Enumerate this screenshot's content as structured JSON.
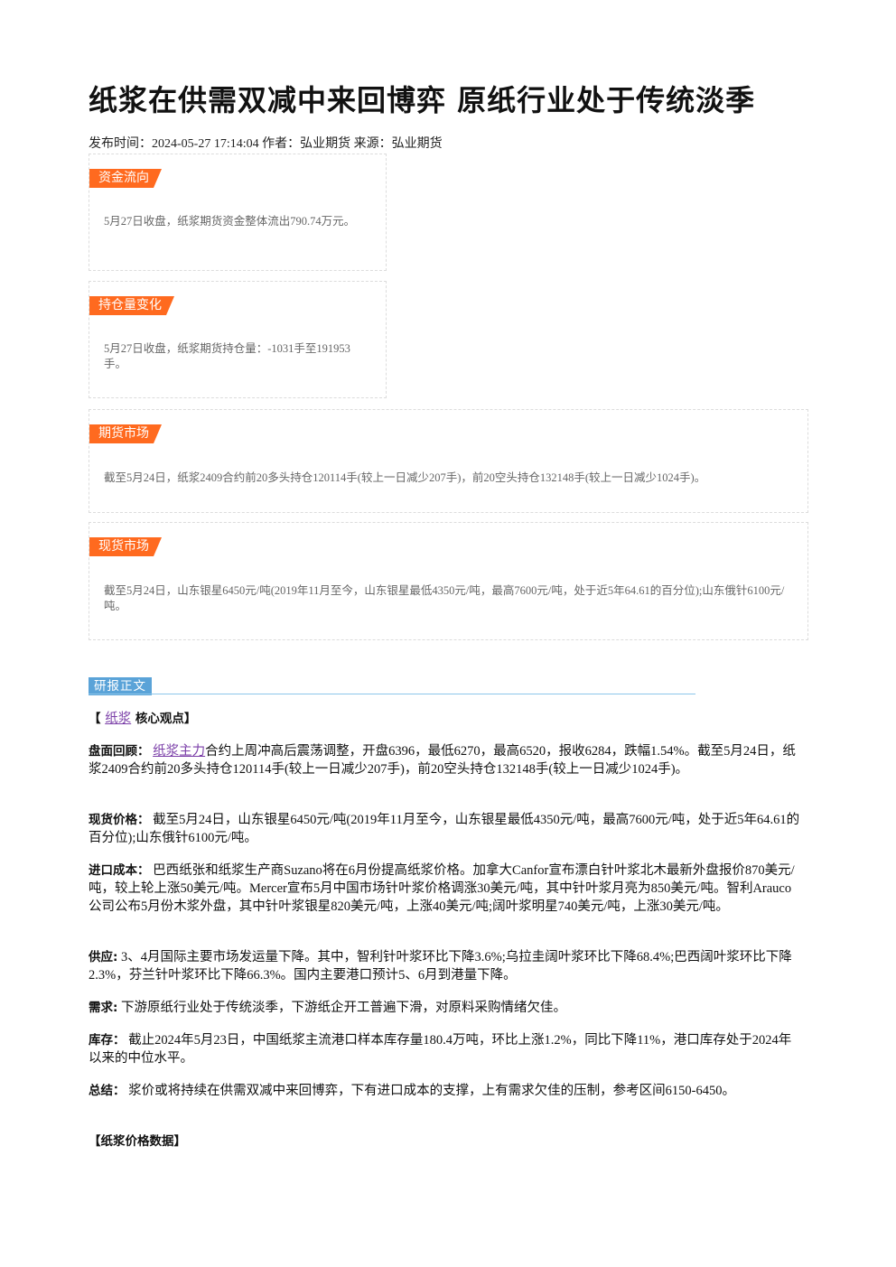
{
  "title": "纸浆在供需双减中来回博弈 原纸行业处于传统淡季",
  "meta": "发布时间：2024-05-27 17:14:04 作者：弘业期货 来源：弘业期货",
  "boxes": {
    "fund": {
      "tag": "资金流向",
      "text": "5月27日收盘，纸浆期货资金整体流出790.74万元。"
    },
    "position": {
      "tag": "持仓量变化",
      "text": "5月27日收盘，纸浆期货持仓量：-1031手至191953手。"
    },
    "futures": {
      "tag": "期货市场",
      "text": "截至5月24日，纸浆2409合约前20多头持仓120114手(较上一日减少207手)，前20空头持仓132148手(较上一日减少1024手)。"
    },
    "spot": {
      "tag": "现货市场",
      "text": "截至5月24日，山东银星6450元/吨(2019年11月至今，山东银星最低4350元/吨，最高7600元/吨，处于近5年64.61的百分位);山东俄针6100元/吨。"
    }
  },
  "section": {
    "tag": "研报正文"
  },
  "core": {
    "open": "【 ",
    "link": "纸浆",
    "close": " 核心观点】"
  },
  "paras": {
    "p1": {
      "label": "盘面回顾：",
      "link": "纸浆主力",
      "text": "合约上周冲高后震荡调整，开盘6396，最低6270，最高6520，报收6284，跌幅1.54%。截至5月24日，纸浆2409合约前20多头持仓120114手(较上一日减少207手)，前20空头持仓132148手(较上一日减少1024手)。"
    },
    "p2": {
      "label": "现货价格：",
      "text": "截至5月24日，山东银星6450元/吨(2019年11月至今，山东银星最低4350元/吨，最高7600元/吨，处于近5年64.61的百分位);山东俄针6100元/吨。"
    },
    "p3": {
      "label": "进口成本：",
      "text": "巴西纸张和纸浆生产商Suzano将在6月份提高纸浆价格。加拿大Canfor宣布漂白针叶浆北木最新外盘报价870美元/吨，较上轮上涨50美元/吨。Mercer宣布5月中国市场针叶浆价格调涨30美元/吨，其中针叶浆月亮为850美元/吨。智利Arauco公司公布5月份木浆外盘，其中针叶浆银星820美元/吨，上涨40美元/吨;阔叶浆明星740美元/吨，上涨30美元/吨。"
    },
    "p4": {
      "label": "供应:",
      "text": "3、4月国际主要市场发运量下降。其中，智利针叶浆环比下降3.6%;乌拉圭阔叶浆环比下降68.4%;巴西阔叶浆环比下降2.3%，芬兰针叶浆环比下降66.3%。国内主要港口预计5、6月到港量下降。"
    },
    "p5": {
      "label": "需求:",
      "text": "下游原纸行业处于传统淡季，下游纸企开工普遍下滑，对原料采购情绪欠佳。"
    },
    "p6": {
      "label": "库存：",
      "text": "截止2024年5月23日，中国纸浆主流港口样本库存量180.4万吨，环比上涨1.2%，同比下降11%，港口库存处于2024年以来的中位水平。"
    },
    "p7": {
      "label": "总结：",
      "text": "浆价或将持续在供需双减中来回博弈，下有进口成本的支撑，上有需求欠佳的压制，参考区间6150-6450。"
    }
  },
  "price_data_heading": "【纸浆价格数据】",
  "colors": {
    "tag_orange": "#ff6a1f",
    "section_blue": "#5aa3d8",
    "link_purple": "#7b3fa8"
  }
}
